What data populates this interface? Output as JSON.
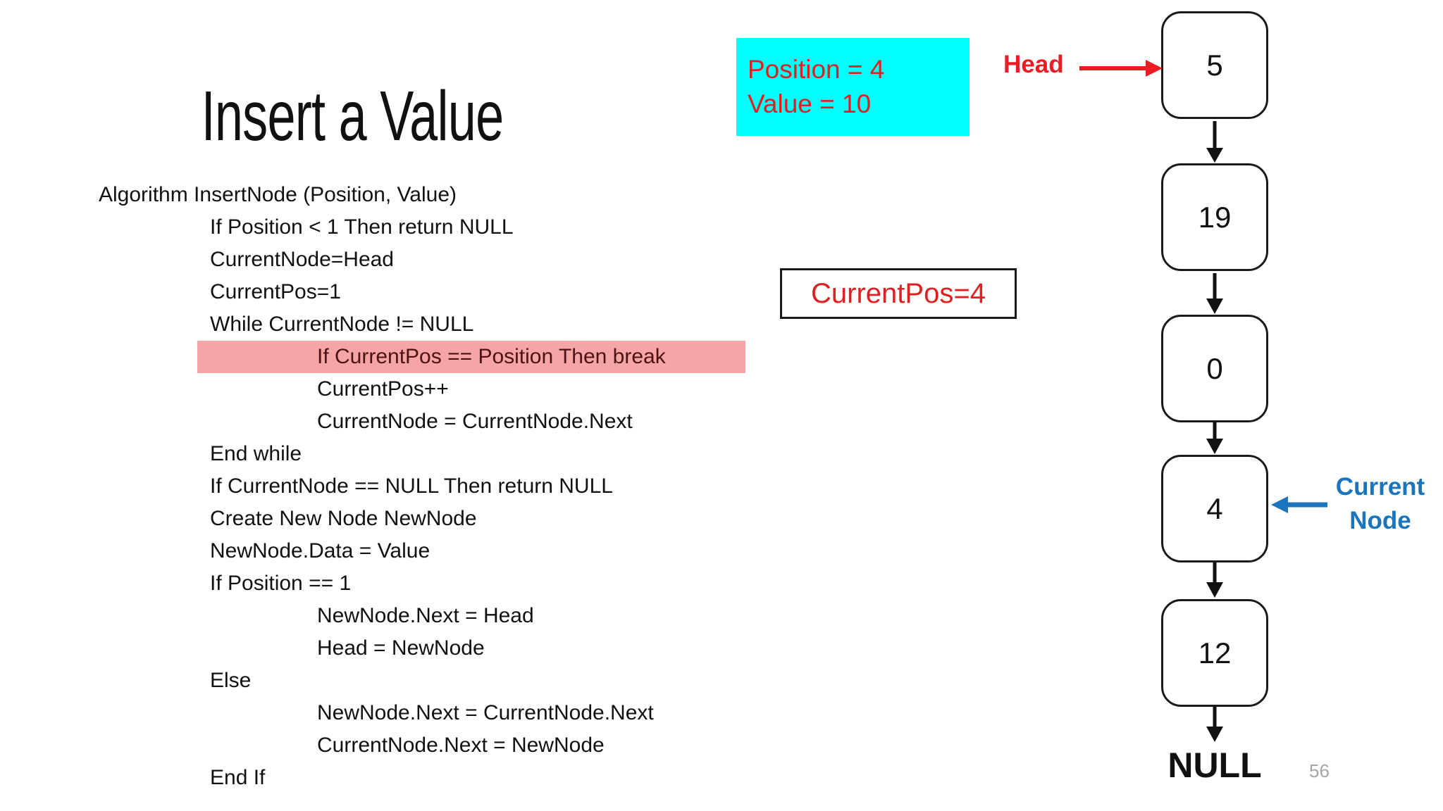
{
  "slide": {
    "title": "Insert a Value",
    "page_number": "56"
  },
  "theme": {
    "highlight_bg": "#f5a5a5",
    "highlight_text": "#4d1215",
    "param_box_bg": "#00ffff",
    "red": "#e02020",
    "head_red": "#ec1c24",
    "blue": "#1b75bc",
    "page_number_gray": "#a6a6a6"
  },
  "code": {
    "lines": [
      {
        "text": "Algorithm InsertNode (Position, Value)",
        "indent": 0,
        "highlight": false
      },
      {
        "text": "If Position < 1 Then return NULL",
        "indent": 1,
        "highlight": false
      },
      {
        "text": "CurrentNode=Head",
        "indent": 1,
        "highlight": false
      },
      {
        "text": "CurrentPos=1",
        "indent": 1,
        "highlight": false
      },
      {
        "text": "While CurrentNode != NULL",
        "indent": 1,
        "highlight": false
      },
      {
        "text": "If CurrentPos == Position Then break",
        "indent": 2,
        "highlight": true
      },
      {
        "text": "CurrentPos++",
        "indent": 2,
        "highlight": false
      },
      {
        "text": "CurrentNode = CurrentNode.Next",
        "indent": 2,
        "highlight": false
      },
      {
        "text": "End while",
        "indent": 1,
        "highlight": false
      },
      {
        "text": "If CurrentNode == NULL Then return NULL",
        "indent": 1,
        "highlight": false
      },
      {
        "text": "Create New Node NewNode",
        "indent": 1,
        "highlight": false
      },
      {
        "text": "NewNode.Data = Value",
        "indent": 1,
        "highlight": false
      },
      {
        "text": "If Position == 1",
        "indent": 1,
        "highlight": false
      },
      {
        "text": "NewNode.Next = Head",
        "indent": 2,
        "highlight": false
      },
      {
        "text": "Head = NewNode",
        "indent": 2,
        "highlight": false
      },
      {
        "text": "Else",
        "indent": 1,
        "highlight": false
      },
      {
        "text": "NewNode.Next = CurrentNode.Next",
        "indent": 2,
        "highlight": false
      },
      {
        "text": "CurrentNode.Next = NewNode",
        "indent": 2,
        "highlight": false
      },
      {
        "text": "End If",
        "indent": 1,
        "highlight": false
      }
    ]
  },
  "callouts": {
    "param_box": {
      "lines": [
        "Position = 4",
        "Value = 10"
      ]
    },
    "currentpos_box": {
      "text": "CurrentPos=4"
    },
    "head_label": "Head",
    "current_node_label": [
      "Current",
      "Node"
    ]
  },
  "linked_list": {
    "nodes": [
      "5",
      "19",
      "0",
      "4",
      "12"
    ],
    "terminator": "NULL"
  }
}
